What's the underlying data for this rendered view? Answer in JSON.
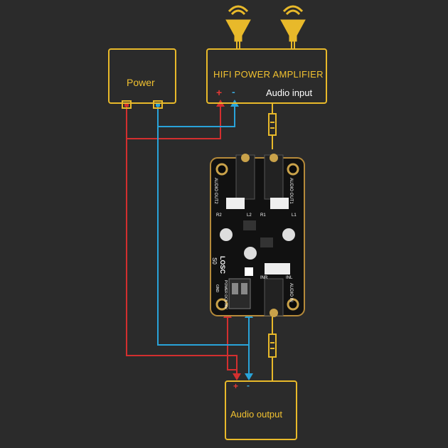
{
  "power": {
    "label": "Power"
  },
  "amplifier": {
    "title": "HIFI POWER AMPLIFIER",
    "plus": "+",
    "minus": "-",
    "input_label": "Audio input"
  },
  "output": {
    "label": "Audio output",
    "plus": "+",
    "minus": "-"
  },
  "board": {
    "out2": "AUDIO OUT2",
    "out1": "AUDIO OUT1",
    "r2": "R2",
    "l2": "L2",
    "r1": "R1",
    "l1": "L1",
    "inr": "INR",
    "inl": "INL",
    "audio_in": "AUDIO IN",
    "brand": "LOSC",
    "model": "S0",
    "power_label": "POWER DC5-36V",
    "gnd": "GND"
  },
  "colors": {
    "accent": "#e8b92a",
    "positive_wire": "#d32f2f",
    "negative_wire": "#29a3d9",
    "board": "#111111"
  }
}
